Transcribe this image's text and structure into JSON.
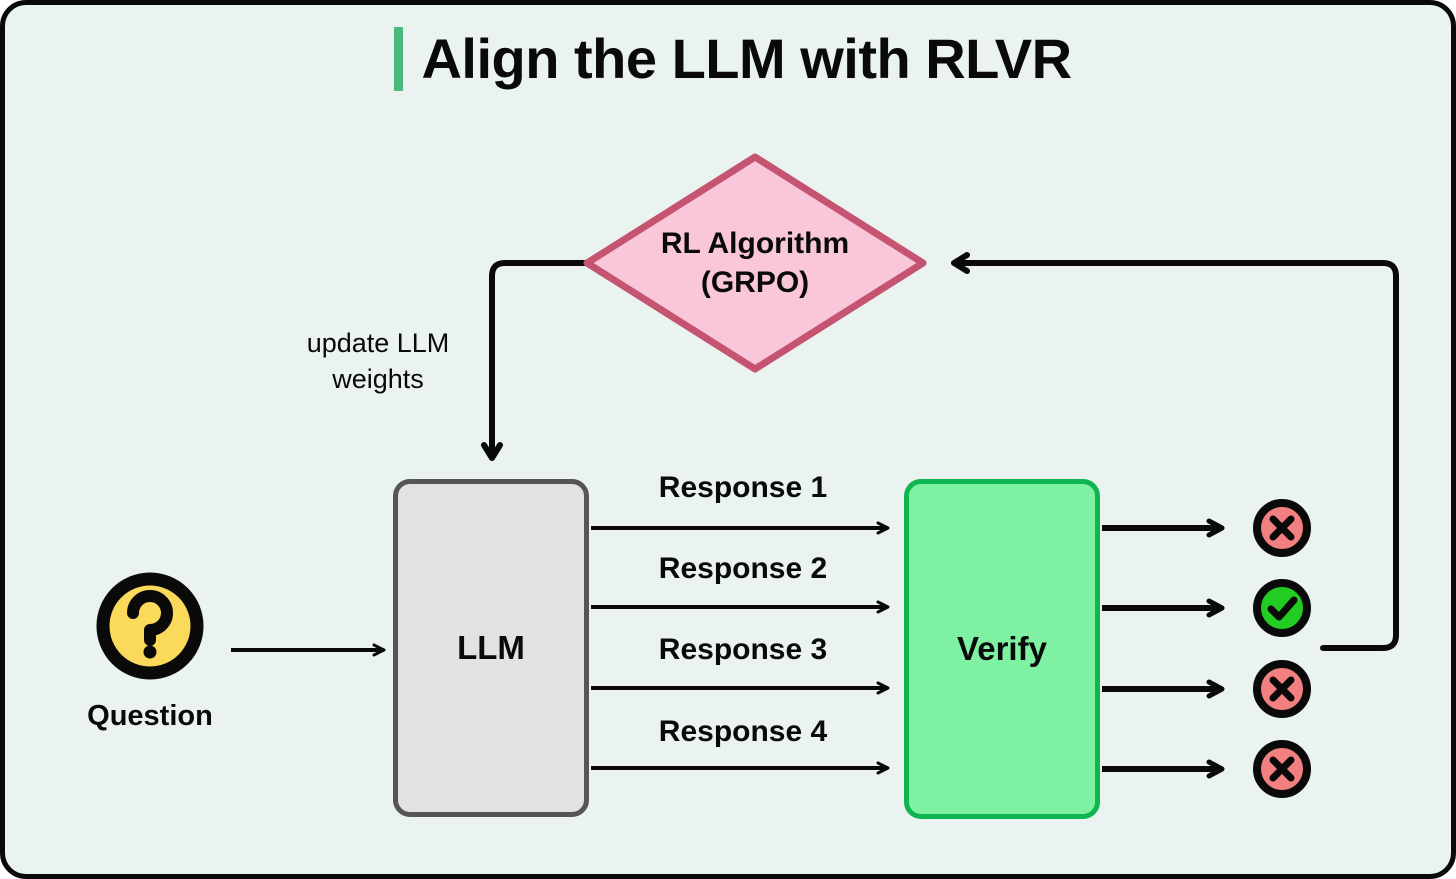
{
  "page": {
    "background_color": "#EAF3EF",
    "border_color": "#0A0A0A"
  },
  "header": {
    "title": "Align the LLM with RLVR",
    "accent_color": "#4CB87E"
  },
  "nodes": {
    "rl_algorithm": {
      "label": "RL Algorithm\n(GRPO)",
      "shape": "diamond",
      "fill": "#F9C6DA",
      "stroke": "#C4546F"
    },
    "question": {
      "label": "Question",
      "icon": "question-mark-circle-icon",
      "fill": "#FBD95A",
      "stroke": "#0A0A0A"
    },
    "llm": {
      "label": "LLM",
      "shape": "rounded-rect",
      "fill": "#E2E2E2",
      "stroke": "#555555"
    },
    "verify": {
      "label": "Verify",
      "shape": "rounded-rect",
      "fill": "#7EF2A2",
      "stroke": "#0FB551"
    }
  },
  "edges": {
    "update_weights": {
      "label": "update LLM\nweights"
    }
  },
  "responses": [
    {
      "label": "Response 1",
      "verdict": "incorrect",
      "verdict_icon": "x-circle-icon"
    },
    {
      "label": "Response 2",
      "verdict": "correct",
      "verdict_icon": "check-circle-icon"
    },
    {
      "label": "Response 3",
      "verdict": "incorrect",
      "verdict_icon": "x-circle-icon"
    },
    {
      "label": "Response 4",
      "verdict": "incorrect",
      "verdict_icon": "x-circle-icon"
    }
  ],
  "verdict_colors": {
    "incorrect_fill": "#F38080",
    "correct_fill": "#22CC22",
    "ring": "#0A0A0A"
  }
}
